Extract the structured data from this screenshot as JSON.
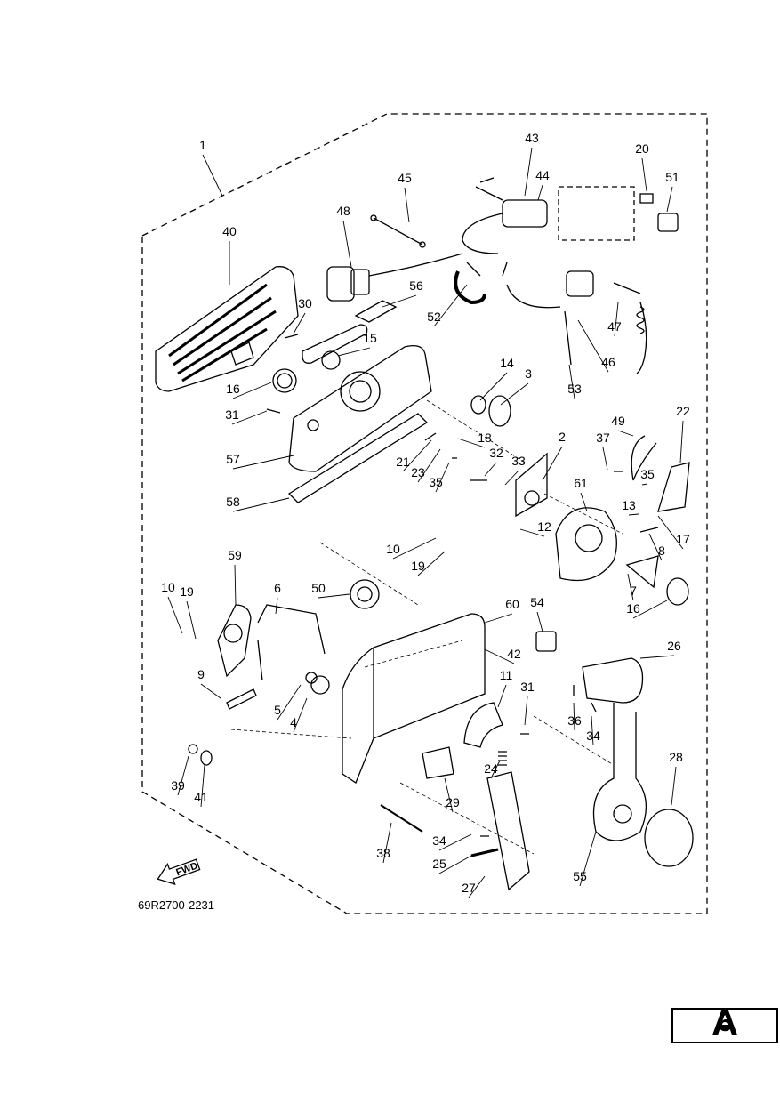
{
  "diagram": {
    "drawing_code": "69R2700-2231",
    "fwd_label": "FWD",
    "callouts": [
      "1",
      "40",
      "48",
      "45",
      "43",
      "44",
      "20",
      "51",
      "30",
      "56",
      "52",
      "15",
      "16",
      "14",
      "3",
      "31",
      "18",
      "57",
      "21",
      "23",
      "35",
      "32",
      "33",
      "2",
      "58",
      "37",
      "49",
      "22",
      "61",
      "13",
      "12",
      "8",
      "17",
      "10",
      "19",
      "59",
      "6",
      "50",
      "7",
      "16",
      "54",
      "60",
      "42",
      "26",
      "9",
      "4",
      "5",
      "11",
      "31",
      "36",
      "34",
      "28",
      "39",
      "41",
      "24",
      "29",
      "38",
      "34",
      "25",
      "27",
      "55",
      "47",
      "46",
      "53",
      "10",
      "19",
      "35"
    ]
  },
  "page_badge": {
    "letter": "A",
    "number": "6"
  }
}
